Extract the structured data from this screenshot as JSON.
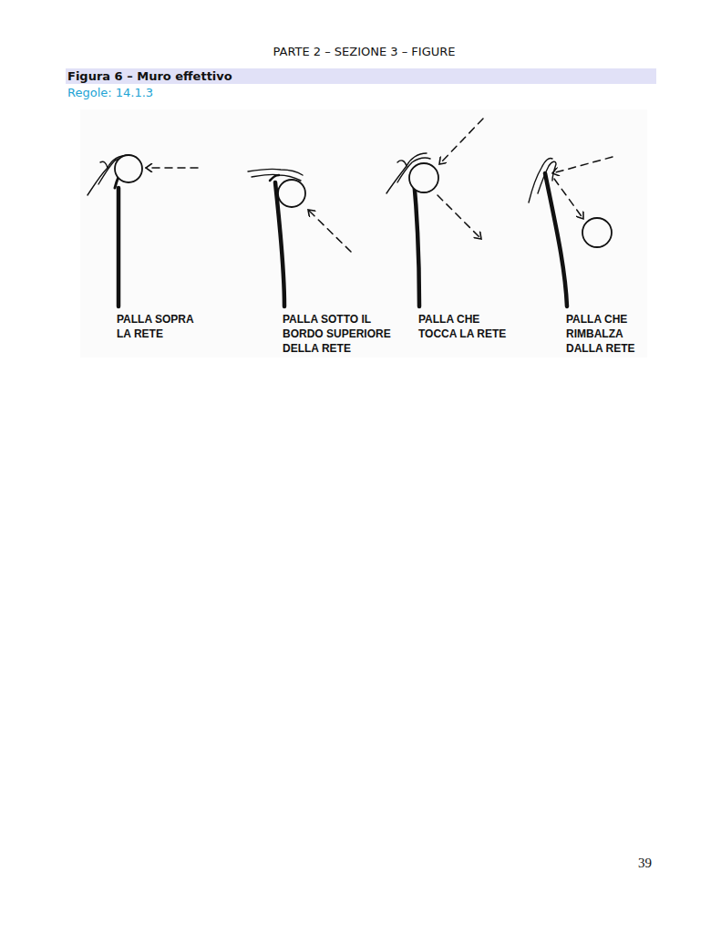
{
  "diagram": {
    "title": "Figura 6 – Muro effettivo",
    "labels": [
      "PARTE 2 – SEZIONE 3 – FIGURE",
      "Regole: 14.1.3",
      "PALLA SOPRA LA RETE",
      "PALLA SOTTO IL BORDO SUPERIORE DELLA RETE",
      "PALLA CHE TOCCA LA RETE",
      "PALLA CHE RIMBALZA DALLA RETE",
      "39"
    ]
  }
}
